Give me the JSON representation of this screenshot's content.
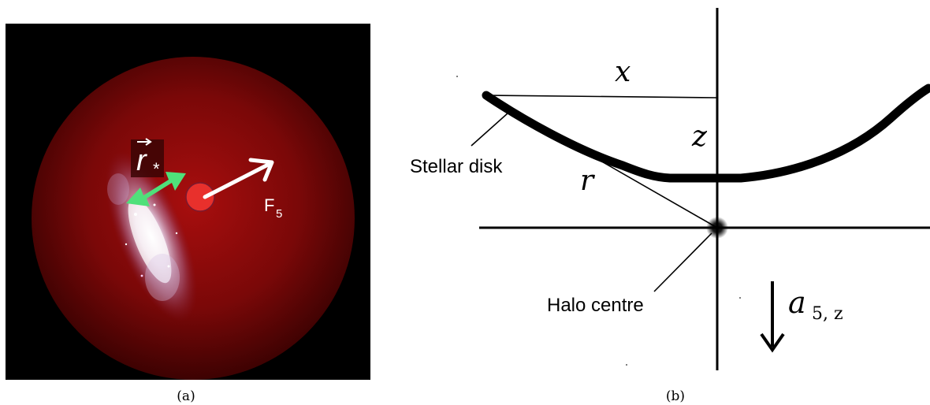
{
  "panel_a": {
    "caption": "(a)",
    "vector_label": "r",
    "vector_sub": "*",
    "force_label": "F",
    "force_sub": "5",
    "colors": {
      "halo": "#8a0a0a",
      "background": "#000000",
      "arrow_green": "#4fe07a",
      "dot": "#e8302c",
      "force_arrow": "#ffffff"
    }
  },
  "panel_b": {
    "caption": "(b)",
    "label_x": "x",
    "label_z": "z",
    "label_r": "r",
    "stellar_disk_label": "Stellar disk",
    "halo_centre_label": "Halo centre",
    "accel_label": "a",
    "accel_sub": "5, z"
  }
}
